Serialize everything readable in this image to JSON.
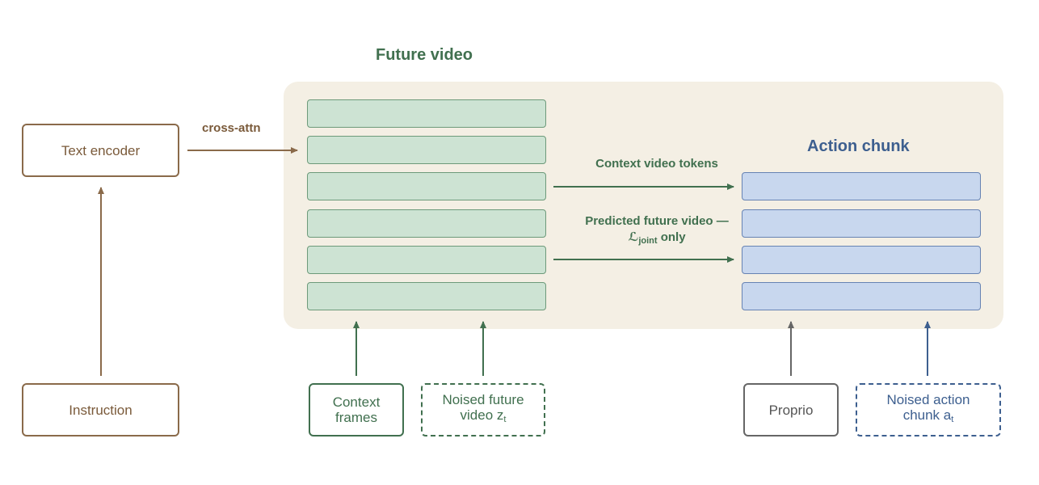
{
  "titles": {
    "future_video": "Future video",
    "action_chunk": "Action chunk"
  },
  "labels": {
    "cross_attn": "cross-attn",
    "context_tokens": "Context video tokens",
    "predicted_line1": "Predicted future video —",
    "predicted_symbol": "ℒ",
    "predicted_sub": "joint",
    "predicted_only": "only"
  },
  "boxes": {
    "text_encoder": "Text encoder",
    "instruction": "Instruction",
    "context_frames": "Context frames",
    "noised_video": "Noised future video z",
    "noised_video_sub": "t",
    "proprio": "Proprio",
    "noised_action": "Noised action chunk a",
    "noised_action_sub": "t"
  },
  "colors": {
    "brown": "#8a6a4a",
    "green": "#41704f",
    "blue": "#3d5f8f",
    "gray": "#666666",
    "panel": "#f4efe4",
    "video_token": "#cde3d3",
    "action_token": "#c8d7ee"
  }
}
